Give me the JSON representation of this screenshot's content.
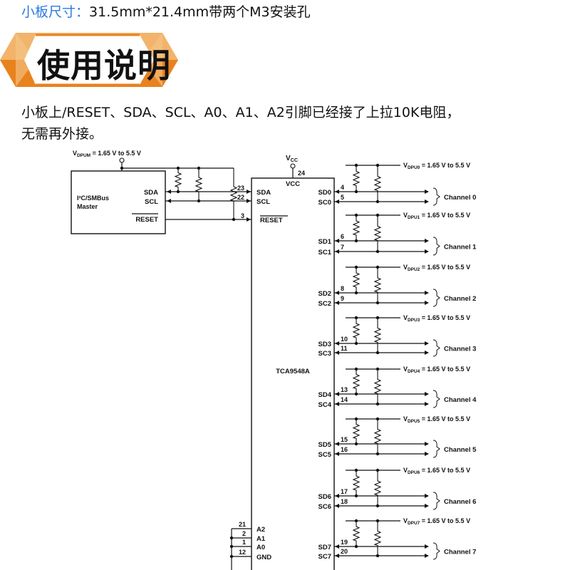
{
  "spec": {
    "label": "小板尺寸：",
    "value": "31.5mm*21.4mm带两个M3安装孔"
  },
  "section_title": "使用说明",
  "note": {
    "line1": "小板上/RESET、SDA、SCL、A0、A1、A2引脚已经接了上拉10K电阻，",
    "line2": "无需再外接。"
  },
  "colors": {
    "orange_dark": "#e8821e",
    "orange_light": "#f2b46a",
    "spec_label": "#2a7ae2"
  },
  "diagram": {
    "vdpum": "V",
    "vdpum_sub": "DPUM",
    "vdpum_range": " = 1.65 V to 5.5 V",
    "master": {
      "line1": "I²C/SMBus",
      "line2": "Master",
      "sda": "SDA",
      "scl": "SCL",
      "reset": "RESET"
    },
    "chip": {
      "name": "TCA9548A",
      "vcc": "VCC",
      "vcc_supply": "V",
      "vcc_supply_sub": "CC",
      "vcc_pin": "24",
      "sda": "SDA",
      "scl": "SCL",
      "reset": "RESET",
      "sda_pin": "23",
      "scl_pin": "22",
      "reset_pin": "3",
      "addr": [
        {
          "label": "A2",
          "pin": "21"
        },
        {
          "label": "A1",
          "pin": "2"
        },
        {
          "label": "A0",
          "pin": "1"
        },
        {
          "label": "GND",
          "pin": "12"
        }
      ]
    },
    "channels": [
      {
        "sd": "SD0",
        "sc": "SC0",
        "sd_pin": "4",
        "sc_pin": "5",
        "vdpu": "DPU0",
        "label": "Channel 0"
      },
      {
        "sd": "SD1",
        "sc": "SC1",
        "sd_pin": "6",
        "sc_pin": "7",
        "vdpu": "DPU1",
        "label": "Channel 1"
      },
      {
        "sd": "SD2",
        "sc": "SC2",
        "sd_pin": "8",
        "sc_pin": "9",
        "vdpu": "DPU2",
        "label": "Channel 2"
      },
      {
        "sd": "SD3",
        "sc": "SC3",
        "sd_pin": "10",
        "sc_pin": "11",
        "vdpu": "DPU3",
        "label": "Channel 3"
      },
      {
        "sd": "SD4",
        "sc": "SC4",
        "sd_pin": "13",
        "sc_pin": "14",
        "vdpu": "DPU4",
        "label": "Channel 4"
      },
      {
        "sd": "SD5",
        "sc": "SC5",
        "sd_pin": "15",
        "sc_pin": "16",
        "vdpu": "DPU5",
        "label": "Channel 5"
      },
      {
        "sd": "SD6",
        "sc": "SC6",
        "sd_pin": "17",
        "sc_pin": "18",
        "vdpu": "DPU6",
        "label": "Channel 6"
      },
      {
        "sd": "SD7",
        "sc": "SC7",
        "sd_pin": "19",
        "sc_pin": "20",
        "vdpu": "DPU7",
        "label": "Channel 7"
      }
    ],
    "vdpu_range": " = 1.65 V to 5.5 V"
  }
}
